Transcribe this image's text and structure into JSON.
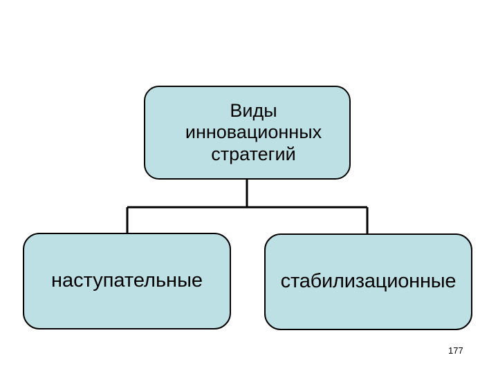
{
  "slide": {
    "background_color": "#ffffff",
    "page_number": "177"
  },
  "diagram": {
    "type": "hierarchy-tree",
    "node_fill_color": "#bce0e3",
    "node_border_color": "#000000",
    "connector_color": "#000000",
    "root": {
      "id": "root",
      "label": "Виды\nинновационных\nстратегий"
    },
    "children": [
      {
        "id": "offensive",
        "label": "наступательные"
      },
      {
        "id": "stabilizing",
        "label": "стабилизационные"
      }
    ]
  }
}
